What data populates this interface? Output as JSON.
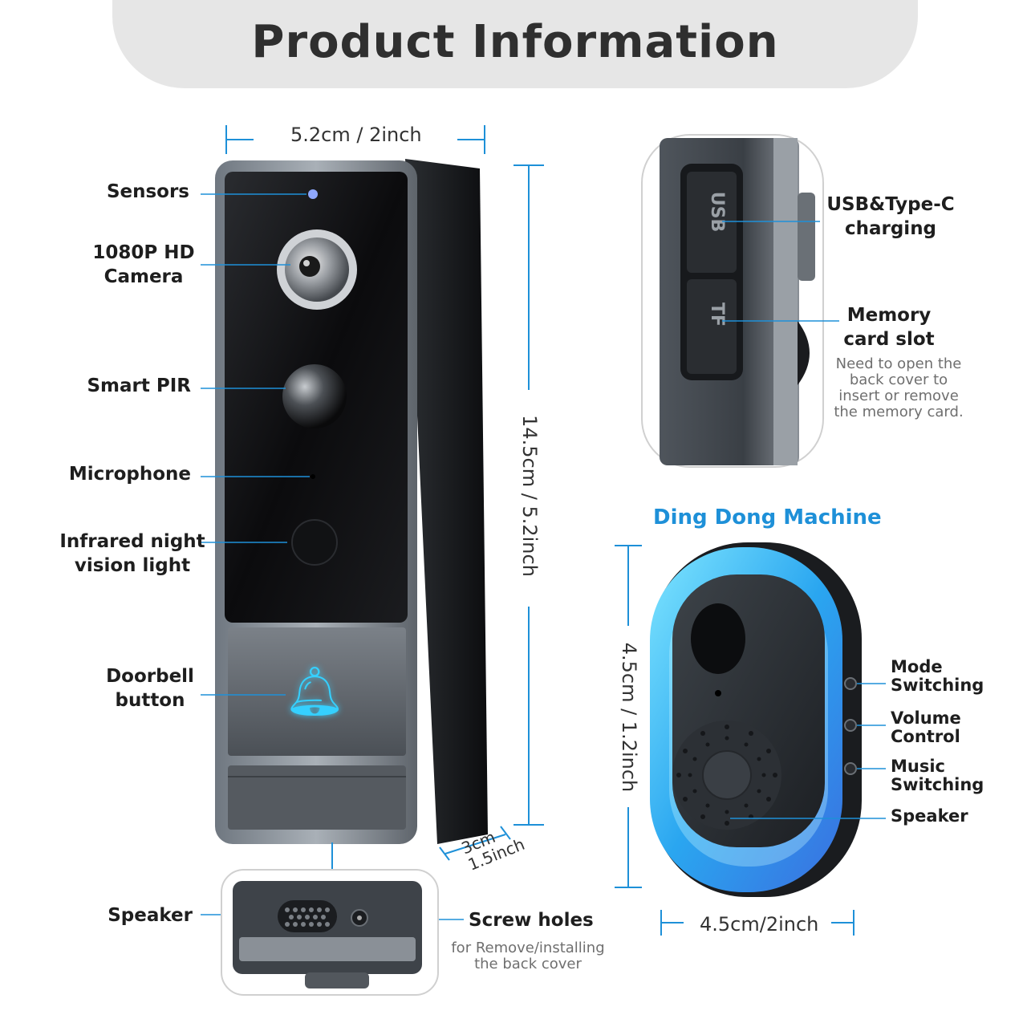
{
  "title": "Product Information",
  "doorbell": {
    "width_label": "5.2cm / 2inch",
    "height_label": "14.5cm / 5.2inch",
    "depth_label": "3cm\n1.5inch",
    "labels": {
      "sensors": "Sensors",
      "camera": "1080P HD\nCamera",
      "pir": "Smart PIR",
      "microphone": "Microphone",
      "infrared": "Infrared night\nvision light",
      "button": "Doorbell\nbutton",
      "speaker": "Speaker",
      "screw": "Screw holes",
      "screw_note": "for Remove/installing\nthe back cover"
    }
  },
  "side_view": {
    "usb_text": "USB",
    "tf_text": "TF",
    "usb_label": "USB&Type-C\ncharging",
    "memory_label": "Memory\ncard slot",
    "memory_note": "Need to open the\nback cover to\ninsert or remove\nthe memory card."
  },
  "chime": {
    "title": "Ding Dong Machine",
    "height_label": "4.5cm / 1.2inch",
    "width_label": "4.5cm/2inch",
    "labels": {
      "mode": "Mode\nSwitching",
      "volume": "Volume\nControl",
      "music": "Music\nSwitching",
      "speaker": "Speaker"
    }
  },
  "colors": {
    "accent": "#1e90d8",
    "glow": "#35d0ff",
    "line": "#1e90d8"
  },
  "icons": {
    "bell": "bell-icon"
  }
}
